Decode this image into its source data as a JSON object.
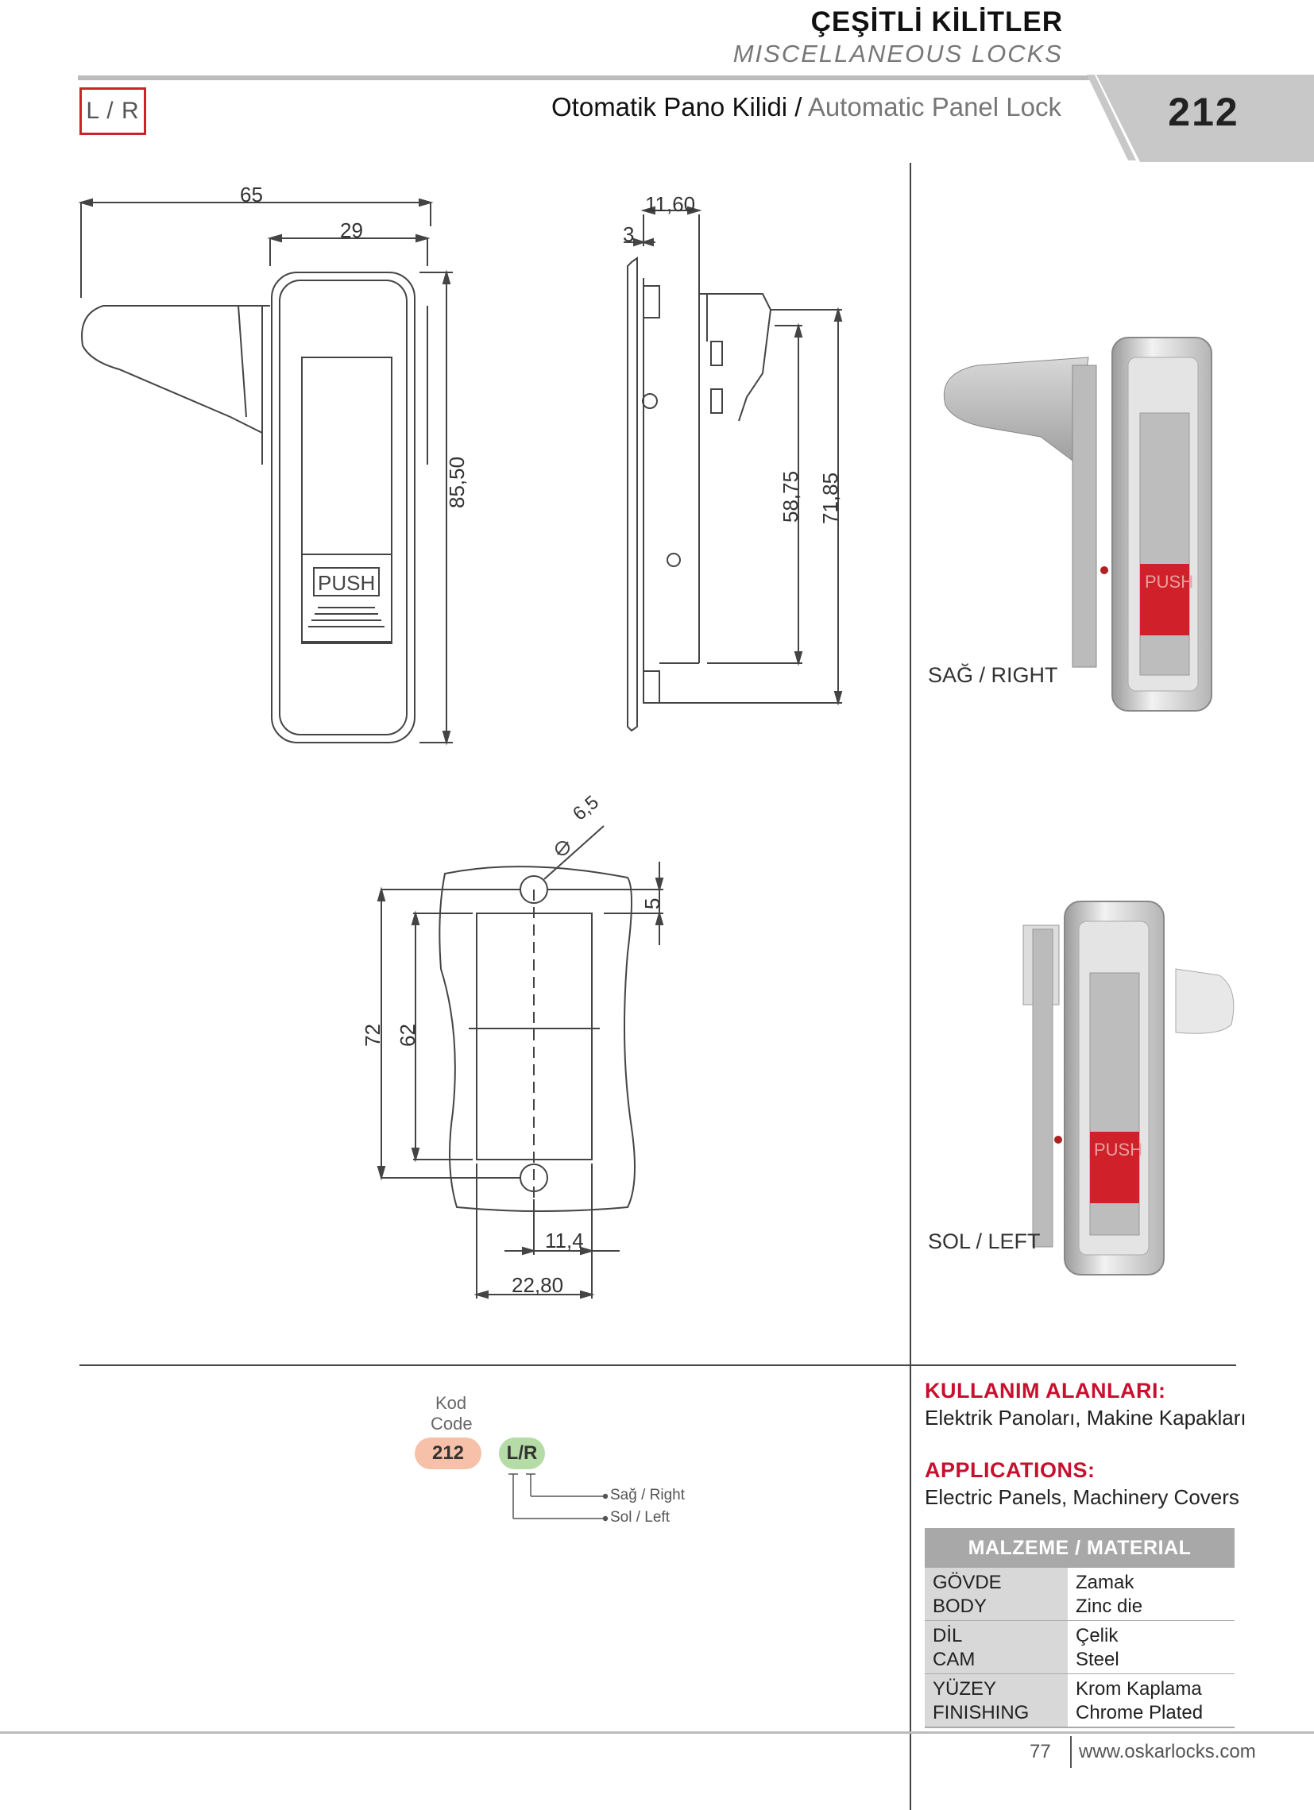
{
  "header": {
    "category_tr": "ÇEŞİTLİ KİLİTLER",
    "category_en": "MISCELLANEOUS LOCKS",
    "variant_box": "L / R",
    "product_title_tr": "Otomatik Pano Kilidi /",
    "product_title_en": " Automatic Panel Lock",
    "page_code": "212"
  },
  "drawing": {
    "front": {
      "dim_width_total": "65",
      "dim_width_body": "29",
      "dim_height": "85,50",
      "button_text": "PUSH"
    },
    "side": {
      "dim_depth": "11,60",
      "dim_flange": "3",
      "dim_h1": "58,75",
      "dim_h2": "71,85"
    },
    "cutout": {
      "dim_hole": "6,5",
      "dim_offset": "5",
      "dim_h_outer": "72",
      "dim_h_inner": "62",
      "dim_half_w": "11,4",
      "dim_w": "22,80"
    }
  },
  "photos": {
    "right_label": "SAĞ / RIGHT",
    "left_label": "SOL / LEFT",
    "button_text": "PUSH"
  },
  "code": {
    "label_tr": "Kod",
    "label_en": "Code",
    "part": "212",
    "variant": "L/R",
    "option_right": "Sağ / Right",
    "option_left": "Sol / Left",
    "colors": {
      "part_pill": "#f6c1a8",
      "variant_pill": "#b5dba6"
    }
  },
  "applications": {
    "title_tr": "KULLANIM ALANLARI:",
    "text_tr": "Elektrik Panoları, Makine Kapakları",
    "title_en": "APPLICATIONS:",
    "text_en": "Electric Panels, Machinery Covers"
  },
  "material": {
    "title": "MALZEME / MATERIAL",
    "rows": [
      {
        "k1": "GÖVDE",
        "k2": "BODY",
        "v1": "Zamak",
        "v2": "Zinc die"
      },
      {
        "k1": "DİL",
        "k2": "CAM",
        "v1": "Çelik",
        "v2": "Steel"
      },
      {
        "k1": "YÜZEY",
        "k2": "FINISHING",
        "v1": "Krom Kaplama",
        "v2": "Chrome Plated"
      }
    ]
  },
  "footer": {
    "page": "77",
    "url": "www.oskarlocks.com"
  },
  "colors": {
    "accent_red": "#c8102e",
    "push_red": "#d0202a",
    "grey_tab": "#c8c8c8"
  }
}
